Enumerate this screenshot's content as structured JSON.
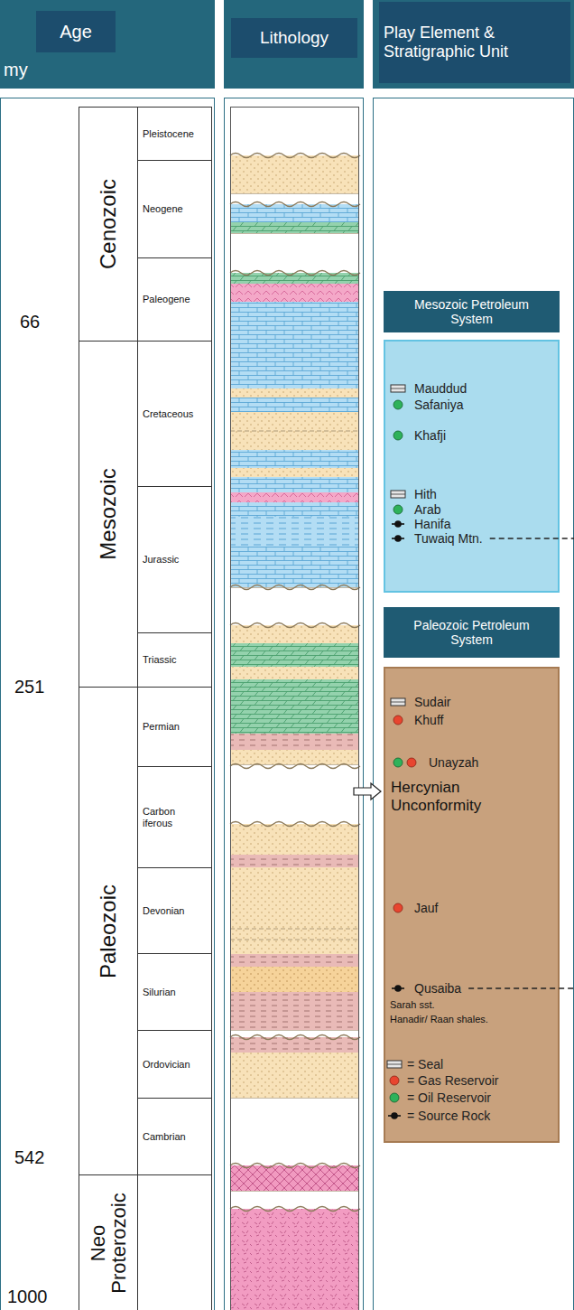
{
  "diagram": {
    "nodes": [
      {
        "text": [
          "my"
        ]
      },
      {
        "text": [
          "Age"
        ],
        "in": 0
      },
      {
        "text": [
          "Lithology"
        ]
      },
      {
        "text": [
          "Play Element & Stratigraphic Unit"
        ]
      },
      {
        "text": [
          "Cenozoic"
        ]
      },
      {
        "text": [
          "Pleistocene"
        ]
      },
      {
        "text": [
          "Neogene"
        ]
      },
      {
        "text": [
          "Paleogene"
        ]
      },
      {
        "text": [
          "Mesozoic"
        ]
      },
      {
        "text": [
          "Cretaceous"
        ]
      },
      {
        "text": [
          "Jurassic"
        ]
      },
      {
        "text": [
          "Triassic"
        ]
      },
      {
        "text": [
          "Paleozoic"
        ]
      },
      {
        "text": [
          "Permian"
        ]
      },
      {
        "text": [
          "Carbon iferous"
        ]
      },
      {
        "text": [
          "Devonian"
        ]
      },
      {
        "text": [
          "Silurian"
        ]
      },
      {
        "text": [
          "Ordovician"
        ]
      },
      {
        "text": [
          "Cambrian"
        ]
      },
      {
        "text": [
          "Neo Proterozoic"
        ]
      },
      {
        "text": [
          "Mesozoic Petroleum System"
        ]
      },
      {
        "text": [
          "Mauddud",
          "Safaniya",
          "Khafji",
          "Hith",
          "Arab",
          "Hanifa",
          "Tuwaiq Mtn."
        ]
      },
      {
        "text": [
          "Paleozoic Petroleum System"
        ]
      },
      {
        "text": [
          "Sudair",
          "Khuff",
          "Unayzah",
          "Hercynian Unconformity",
          "Jauf",
          "Qusaiba"
        ]
      }
    ],
    "labels": [
      "66",
      "251",
      "542",
      "1000",
      "Sarah sst.",
      "Hanadir/ Raan shales."
    ],
    "legend": [
      {
        "text": "= Seal"
      },
      {
        "text": "= Gas Reservoir"
      },
      {
        "text": "= Oil Reservoir"
      },
      {
        "text": "= Source Rock"
      }
    ]
  }
}
